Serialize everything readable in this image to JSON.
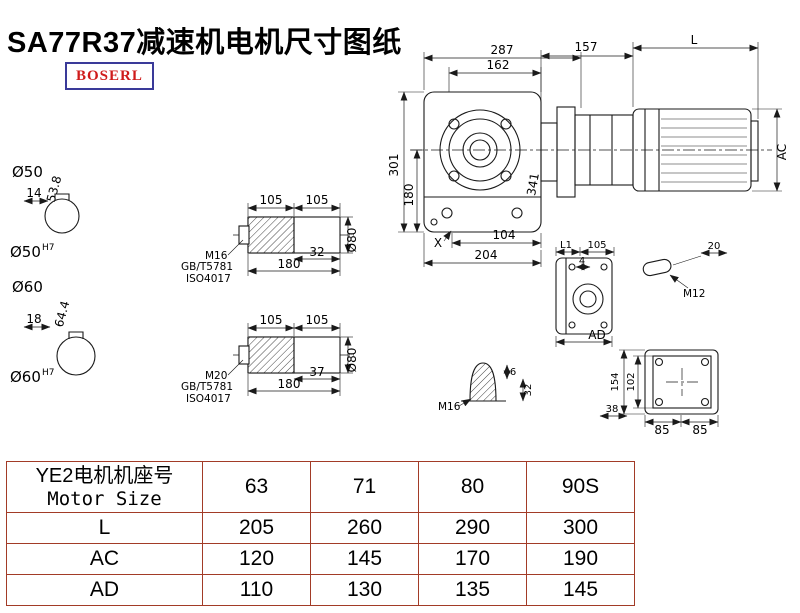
{
  "title": "SA77R37减速机电机尺寸图纸",
  "logo": "BOSERL",
  "drawing": {
    "main_view": {
      "dim_287": "287",
      "dim_162": "162",
      "dim_157": "157",
      "dim_L": "L",
      "dim_301": "301",
      "dim_180": "180",
      "dim_341": "341",
      "dim_AC": "AC",
      "label_X": "X",
      "dim_104": "104",
      "dim_204": "204"
    },
    "shaft50": {
      "label": "Ø50",
      "key_width": "14",
      "key_depth": "53.8",
      "bore": "Ø50",
      "tolerance": "H7"
    },
    "shaft60": {
      "label": "Ø60",
      "key_width": "18",
      "key_depth": "64.4",
      "bore": "Ø60",
      "tolerance": "H7"
    },
    "hollow_shaft_m16": {
      "dim_105_left": "105",
      "dim_105_right": "105",
      "bolt": "M16",
      "dim_32": "32",
      "standard1": "GB/T5781",
      "standard2": "ISO4017",
      "dim_180": "180",
      "dim_d80": "Ø80"
    },
    "hollow_shaft_m20": {
      "dim_105_left": "105",
      "dim_105_right": "105",
      "bolt": "M20",
      "dim_37": "37",
      "standard1": "GB/T5781",
      "standard2": "ISO4017",
      "dim_180": "180",
      "dim_d80": "Ø80"
    },
    "side_view": {
      "dim_L1": "L1",
      "dim_105": "105",
      "dim_4": "4",
      "dim_AD": "AD"
    },
    "key_detail": {
      "dim_20": "20",
      "thread": "M12"
    },
    "plug_detail": {
      "dim_6": "6",
      "dim_32": "32",
      "thread": "M16"
    },
    "mounting_view": {
      "dim_154": "154",
      "dim_102": "102",
      "dim_38": "38",
      "dim_85_left": "85",
      "dim_85_right": "85"
    }
  },
  "table": {
    "header_cn": "YE2电机机座号",
    "header_en": "Motor Size",
    "sizes": [
      "63",
      "71",
      "80",
      "90S"
    ],
    "rows": [
      {
        "label": "L",
        "values": [
          "205",
          "260",
          "290",
          "300"
        ]
      },
      {
        "label": "AC",
        "values": [
          "120",
          "145",
          "170",
          "190"
        ]
      },
      {
        "label": "AD",
        "values": [
          "110",
          "130",
          "135",
          "145"
        ]
      }
    ]
  }
}
